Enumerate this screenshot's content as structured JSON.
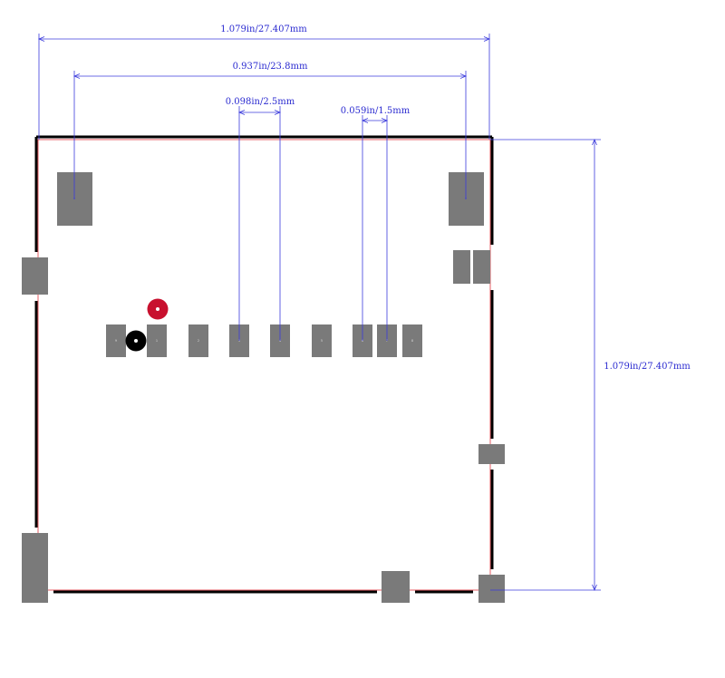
{
  "colors": {
    "dimension": "#3b3bdc",
    "outline": "#000000",
    "courtyard": "#e2343c",
    "pad": "#7a7a7a",
    "pin1_marker": "#c8102e",
    "hole": "#000000"
  },
  "dimensions": {
    "overall_width": "1.079in/27.407mm",
    "mount_pad_span": "0.937in/23.8mm",
    "contact_pitch_wide": "0.098in/2.5mm",
    "contact_pitch_narrow": "0.059in/1.5mm",
    "overall_height": "1.079in/27.407mm"
  },
  "pads": {
    "contacts": [
      "9",
      "1",
      "2",
      "3",
      "4",
      "5",
      "6",
      "7",
      "8"
    ],
    "mount_top_left": "",
    "mount_top_right": "",
    "side_left_upper": "",
    "side_right_pair": [
      "",
      ""
    ],
    "side_right_mid": "",
    "bottom_left": "",
    "bottom_center": "",
    "bottom_right": ""
  }
}
